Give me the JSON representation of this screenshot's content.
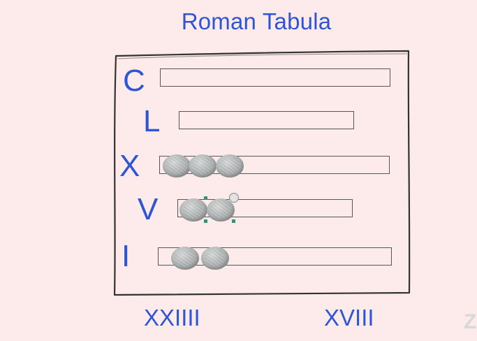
{
  "title": "Roman Tabula",
  "rows": [
    {
      "label": "C",
      "pebbles": 0
    },
    {
      "label": "L",
      "pebbles": 0
    },
    {
      "label": "X",
      "pebbles": 3
    },
    {
      "label": "V",
      "pebbles": 2
    },
    {
      "label": "I",
      "pebbles": 2
    }
  ],
  "results": {
    "left": "XXIIII",
    "right": "XVIII"
  },
  "watermark": "Z",
  "colors": {
    "text": "#2f55d4",
    "background": "#fdeaea",
    "pebble": "#b5b8b8",
    "selection_handle": "#3a8f7a"
  }
}
